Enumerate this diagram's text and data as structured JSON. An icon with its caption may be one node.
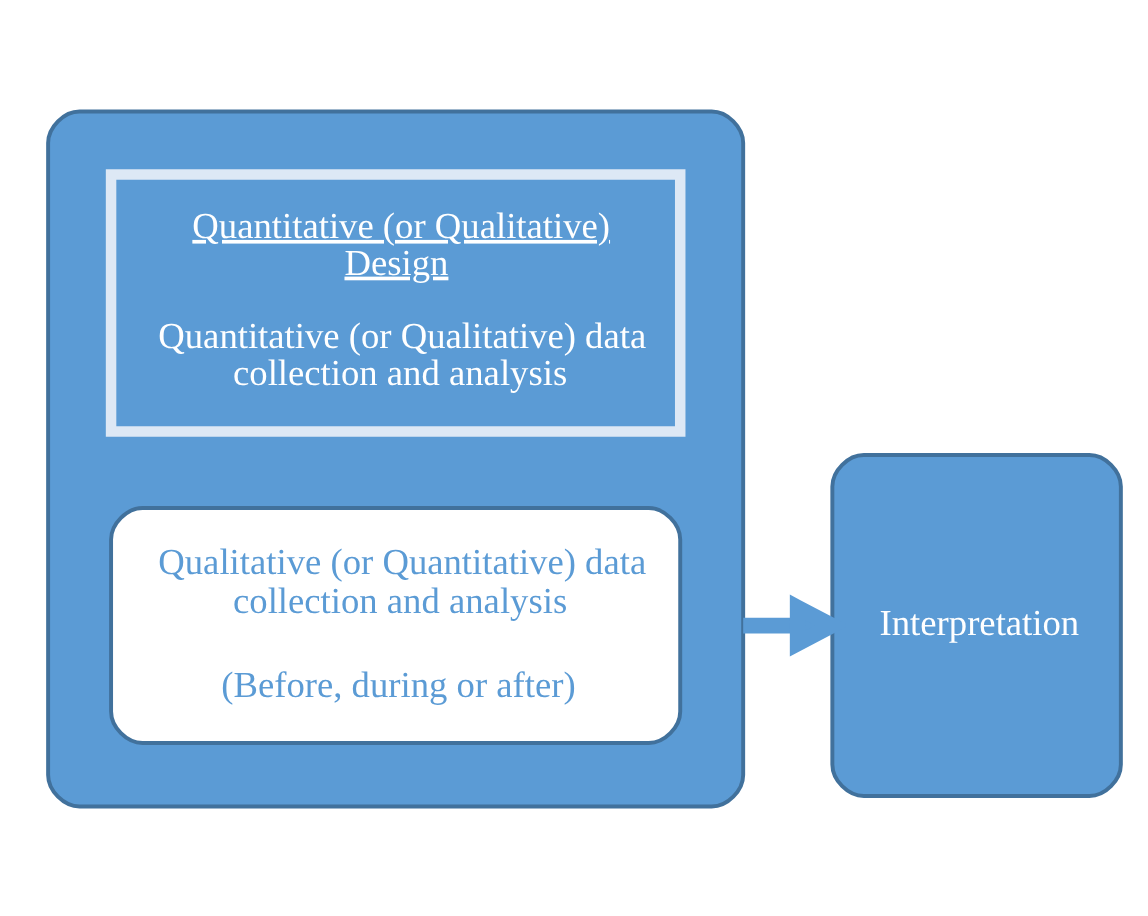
{
  "diagram": {
    "nodes": [
      {
        "text": [],
        "shape": "box"
      },
      {
        "text": [
          "Quantitative (or Qualitative) Design",
          "Quantitative (or Qualitative) data collection and analysis"
        ],
        "in": 0
      },
      {
        "text": [
          "Qualitative (or Quantitative) data collection and analysis",
          "(Before, during or after)"
        ],
        "in": 0
      },
      {
        "text": [
          "Interpretation"
        ]
      }
    ],
    "edges": [
      {
        "from": 0,
        "to": 3,
        "arrow": "to"
      }
    ]
  }
}
